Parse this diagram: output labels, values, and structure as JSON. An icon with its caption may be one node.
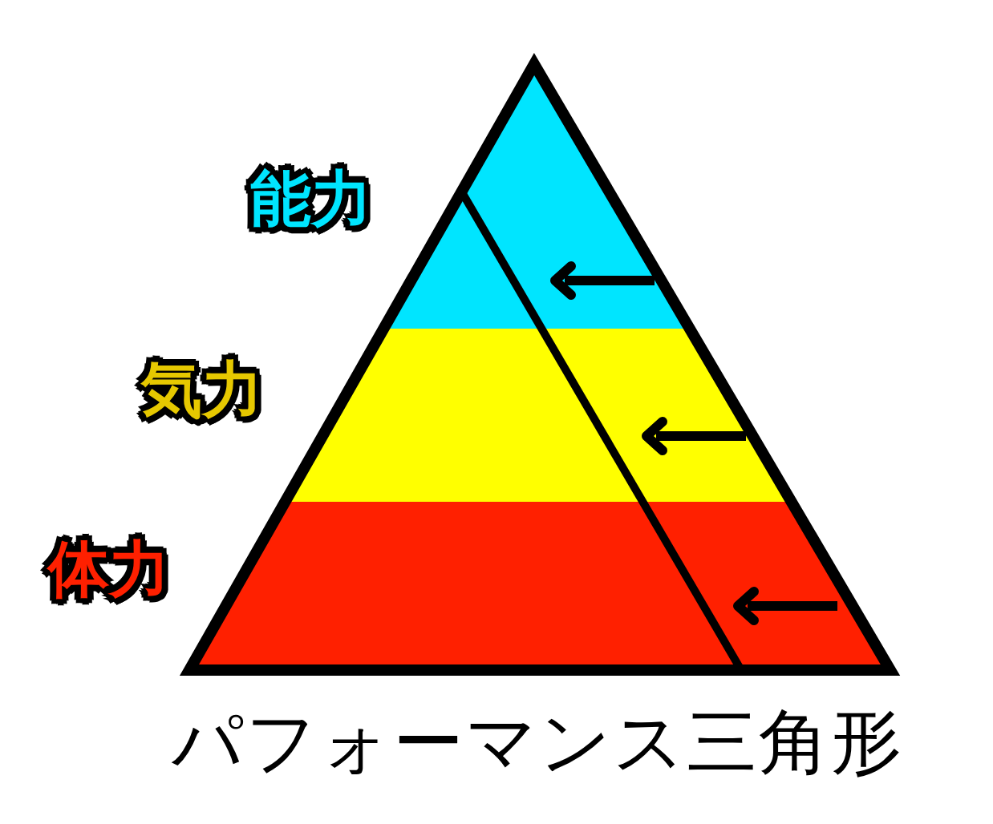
{
  "diagram": {
    "title": "パフォーマンス三角形",
    "nodes": [
      {
        "text": [
          "能力"
        ]
      },
      {
        "text": [
          "気力"
        ]
      },
      {
        "text": [
          "体力"
        ]
      }
    ]
  }
}
